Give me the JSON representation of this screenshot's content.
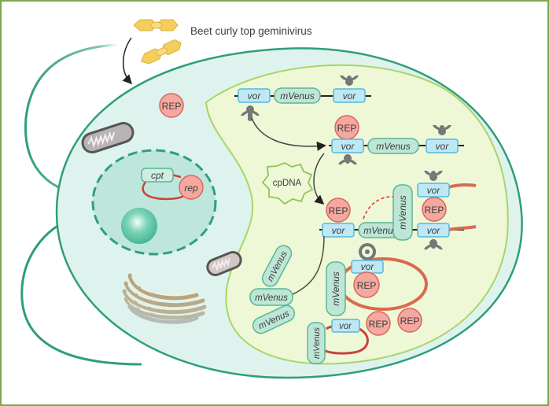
{
  "title": "Beet curly top geminivirus",
  "colors": {
    "frame": "#7aa84a",
    "cell_wall": "#2e9e7a",
    "cytoplasm": "#dff3ee",
    "chloroplast_fill": "#eef8d6",
    "chloroplast_border": "#a9d46a",
    "nucleus_fill": "#bfe6dc",
    "vor_fill": "#bfe8f5",
    "vor_border": "#55b8dd",
    "mvenus_fill": "#bde6d6",
    "mvenus_border": "#5bb596",
    "rep_fill": "#f4a8a0",
    "rep_border": "#d9665c",
    "dna_red": "#c9423a",
    "virion": "#f5cd5c"
  },
  "labels": {
    "virus": "Beet curly top geminivirus",
    "cpdna": "cpDNA",
    "rep": "REP",
    "rep_gene": "rep",
    "cpt_gene": "cpt",
    "vor": "vor",
    "mvenus": "mVenus"
  },
  "nucleus_plasmid": [
    "cpt",
    "rep"
  ],
  "construct_linear": [
    "vor",
    "mVenus",
    "vor"
  ],
  "construct_rep_bound": [
    "REP",
    "vor",
    "mVenus",
    "vor"
  ],
  "replication_intermediate": [
    "REP",
    "vor",
    "mVenus",
    "vor",
    "REP",
    "vor"
  ],
  "circular_replicon_large": [
    "vor",
    "mVenus",
    "REP"
  ],
  "circular_replicon_small": [
    "vor",
    "mVenus"
  ],
  "free_proteins": [
    "mVenus",
    "mVenus",
    "mVenus",
    "REP",
    "REP"
  ]
}
